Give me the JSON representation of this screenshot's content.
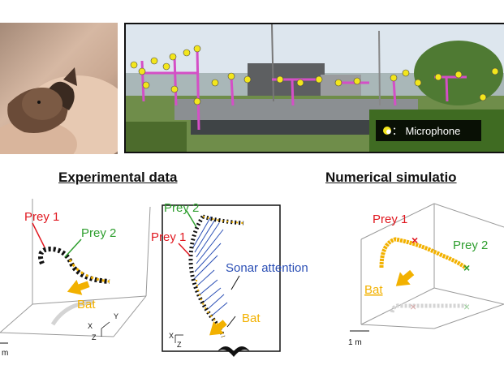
{
  "photo_field": {
    "legend": "●： Microphone"
  },
  "headings": {
    "experimental": "Experimental data",
    "simulation": "Numerical simulatio"
  },
  "panel_a": {
    "prey1": "Prey 1",
    "prey2": "Prey 2",
    "bat": "Bat",
    "scale": "m",
    "axis_x": "X",
    "axis_y": "Y",
    "axis_z": "Z"
  },
  "panel_b": {
    "prey1": "Prey 1",
    "prey2": "Prey 2",
    "sonar": "Sonar attention",
    "bat": "Bat",
    "axis_x": "X",
    "axis_z": "Z"
  },
  "panel_c": {
    "prey1": "Prey 1",
    "prey2": "Prey 2",
    "bat": "Bat",
    "scale": "1 m"
  },
  "colors": {
    "prey1": "#e0171f",
    "prey2": "#2e9e2e",
    "bat": "#f2b100",
    "sonar": "#2b4fb5",
    "mic": "#f3e61c",
    "pole": "#d44fc6"
  }
}
